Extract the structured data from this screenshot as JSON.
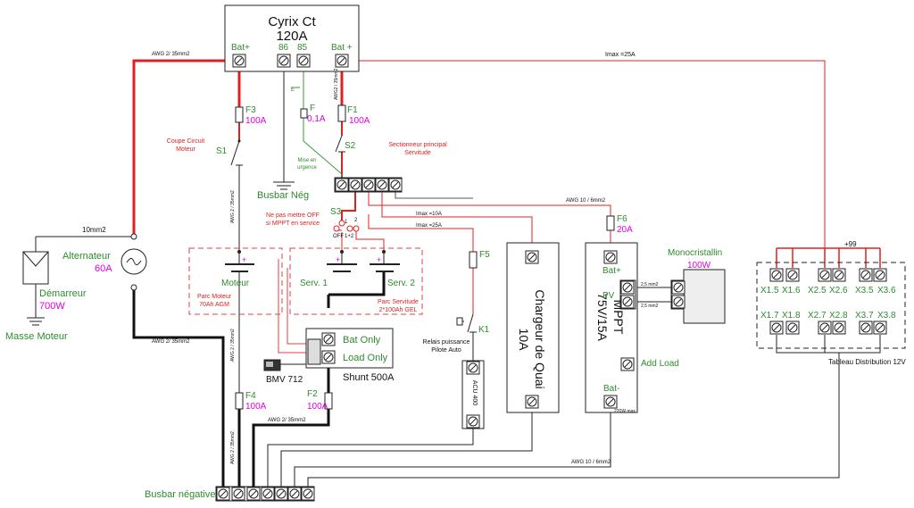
{
  "relay": {
    "title": "Cyrix Ct",
    "rating": "120A",
    "t_batp_left": "Bat+",
    "t_86": "86",
    "t_85": "85",
    "t_batp_right": "Bat +"
  },
  "wires": {
    "awg2_top": "AWG 2/ 35mm2",
    "awg2_vert": "AWG 2 / 35mm2",
    "imax25_top": "Imax =25A",
    "awg10_mid": "AWG 10 / 6mm2",
    "imax10": "Imax =10A",
    "imax25_mid": "Imax =25A",
    "awg2_alt": "AWG 2/ 35mm2",
    "awg2_motor_down": "AWG 2 / 35mm2",
    "awg2_bottom": "AWG 2/ 35mm2",
    "awg10_bottom": "AWG 10 / 6mm2",
    "ten_mm2": "10mm2",
    "pv_wire1": "2,5 mm2",
    "pv_wire2": "2,5 mm2",
    "awg2_shunt": "AWG 2 / 35mm2",
    "awg2_f1": "AWG2 / 35mm2"
  },
  "fuses": {
    "f3_name": "F3",
    "f3_val": "100A",
    "f_name": "F",
    "f_val": "0,1A",
    "f1_name": "F1",
    "f1_val": "100A",
    "f4_name": "F4",
    "f4_val": "100A",
    "f2_name": "F2",
    "f2_val": "100A",
    "f5_name": "F5",
    "f6_name": "F6",
    "f6_val": "20A"
  },
  "switches": {
    "s1": "S1",
    "s2": "S2",
    "s3": "S3",
    "k1": "K1",
    "coupe": "Coupe Circuit",
    "moteur": "Moteur",
    "sect1": "Sectionneur principal",
    "sect2": "Servitude",
    "mise1": "Mise en",
    "mise2": "urgence",
    "warn1": "Ne pas mettre OFF",
    "warn2": "si MPPT en service",
    "off": "OFF",
    "one_two": "1+2",
    "one": "1",
    "two": "2",
    "relais1": "Relais puissance",
    "relais2": "Pilote Auto",
    "e_label": "E"
  },
  "busbars": {
    "neg_top": "Busbar Nég",
    "neg_bottom": "Busbar négative"
  },
  "batteries": {
    "moteur": "Moteur",
    "serv1": "Serv. 1",
    "serv2": "Serv. 2",
    "parc_moteur1": "Parc Moteur",
    "parc_moteur2": "70Ah AGM",
    "parc_serv1": "Parc Servitude",
    "parc_serv2": "2*100Ah GEL",
    "plus": "+"
  },
  "alternator": {
    "name": "Alternateur",
    "rating": "60A"
  },
  "starter": {
    "name": "Démarreur",
    "power": "700W"
  },
  "ground": "Masse Moteur",
  "shunt": {
    "bat_only": "Bat Only",
    "load_only": "Load Only",
    "name": "Shunt 500A",
    "bmv": "BMV 712"
  },
  "acu": "ACU 400",
  "charger": {
    "line1": "Chargeur de Quai",
    "line2": "10A"
  },
  "mppt": {
    "line1": "MPPT",
    "line2": "75V/15A",
    "batp": "Bat+",
    "pv": "PV",
    "add_load": "Add Load",
    "batm": "Bat-",
    "max": "220W max"
  },
  "panel": {
    "name": "Monocristallin",
    "power": "100W"
  },
  "dist": {
    "name": "Tableau Distribution 12V",
    "plus": "+99",
    "top_labels": [
      "X1.5",
      "X1.6",
      "X2.5",
      "X2.6",
      "X3.5",
      "X3.6"
    ],
    "bottom_labels": [
      "X1.7",
      "X1.8",
      "X2.7",
      "X2.8",
      "X3.7",
      "X3.8"
    ]
  },
  "colors": {
    "wire_red": "#e02020",
    "label_green": "#2e8b2e",
    "value_magenta": "#e000e0",
    "wire_green": "#3a9a3a"
  }
}
